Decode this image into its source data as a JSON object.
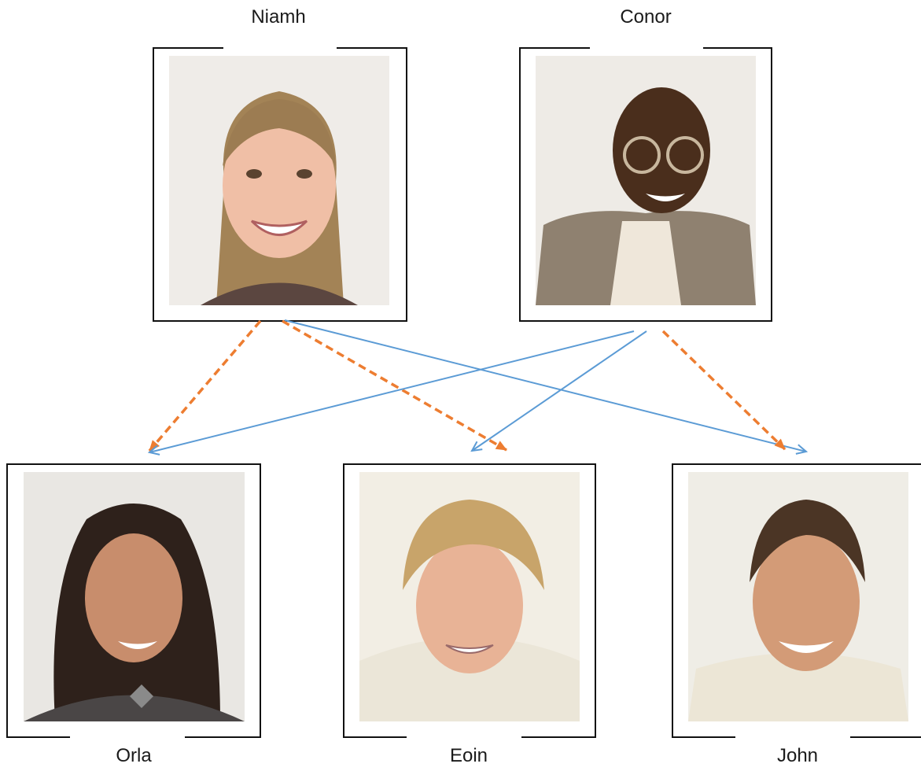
{
  "parents": [
    {
      "name": "Niamh"
    },
    {
      "name": "Conor"
    }
  ],
  "children": [
    {
      "name": "Orla"
    },
    {
      "name": "Eoin"
    },
    {
      "name": "John"
    }
  ],
  "colors": {
    "dashed_arrow": "#ed7d31",
    "solid_arrow": "#5b9bd5",
    "frame": "#111111"
  }
}
